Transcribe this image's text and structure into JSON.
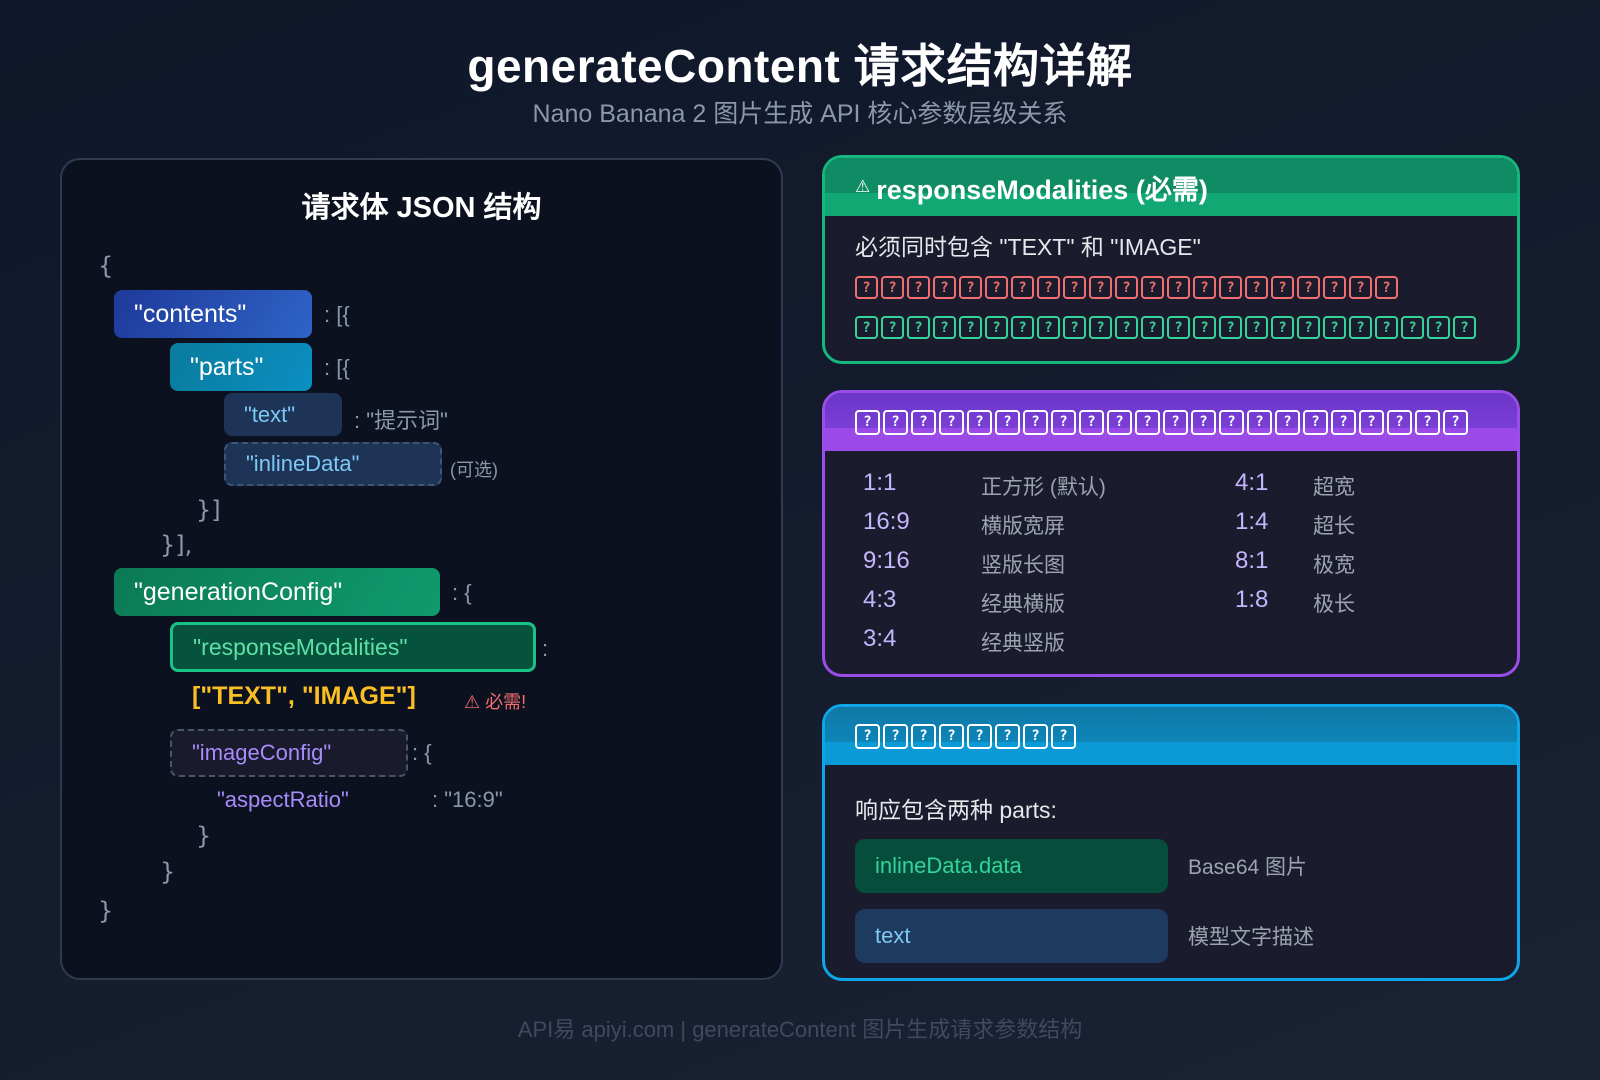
{
  "header": {
    "title": "generateContent 请求结构详解",
    "subtitle": "Nano Banana 2 图片生成 API 核心参数层级关系"
  },
  "left_panel": {
    "title": "请求体 JSON 结构",
    "open_brace": "{",
    "contents_key": "\"contents\"",
    "contents_punct": ": [{",
    "parts_key": "\"parts\"",
    "parts_punct": ": [{",
    "text_key": "\"text\"",
    "text_value": ": \"提示词\"",
    "inline_key": "\"inlineData\"",
    "inline_note": "(可选)",
    "close_parts": "}]",
    "close_contents": "}],",
    "gen_key": "\"generationConfig\"",
    "gen_punct": ": {",
    "resp_key": "\"responseModalities\"",
    "resp_punct": ":",
    "resp_value": "[\"TEXT\", \"IMAGE\"]",
    "resp_warning": "⚠ 必需!",
    "imgcfg_key": "\"imageConfig\"",
    "imgcfg_punct": ": {",
    "aspect_key": "\"aspectRatio\"",
    "aspect_value": ": \"16:9\"",
    "close_imgcfg": "}",
    "close_gen": "}",
    "close_root": "}"
  },
  "cards": {
    "response_modalities": {
      "warn_icon": "⚠",
      "title": "responseModalities (必需)",
      "line1": "必须同时包含 \"TEXT\" 和 \"IMAGE\"",
      "missing_glyph_red_count": 21,
      "missing_glyph_green_count": 24,
      "accent": "#16b77e"
    },
    "aspect_ratio": {
      "missing_glyph_title_count": 22,
      "accent": "#9b4dea",
      "ratios": [
        {
          "ratio": "1:1",
          "desc": "正方形 (默认)"
        },
        {
          "ratio": "16:9",
          "desc": "横版宽屏"
        },
        {
          "ratio": "9:16",
          "desc": "竖版长图"
        },
        {
          "ratio": "4:3",
          "desc": "经典横版"
        },
        {
          "ratio": "3:4",
          "desc": "经典竖版"
        },
        {
          "ratio": "4:1",
          "desc": "超宽"
        },
        {
          "ratio": "1:4",
          "desc": "超长"
        },
        {
          "ratio": "8:1",
          "desc": "极宽"
        },
        {
          "ratio": "1:8",
          "desc": "极长"
        }
      ]
    },
    "response": {
      "missing_glyph_title_count": 8,
      "accent": "#0ea5e9",
      "label": "响应包含两种 parts:",
      "parts": [
        {
          "name": "inlineData.data",
          "desc": "Base64 图片"
        },
        {
          "name": "text",
          "desc": "模型文字描述"
        }
      ]
    }
  },
  "missing_glyph": "?",
  "footer": "API易 apiyi.com | generateContent 图片生成请求参数结构"
}
